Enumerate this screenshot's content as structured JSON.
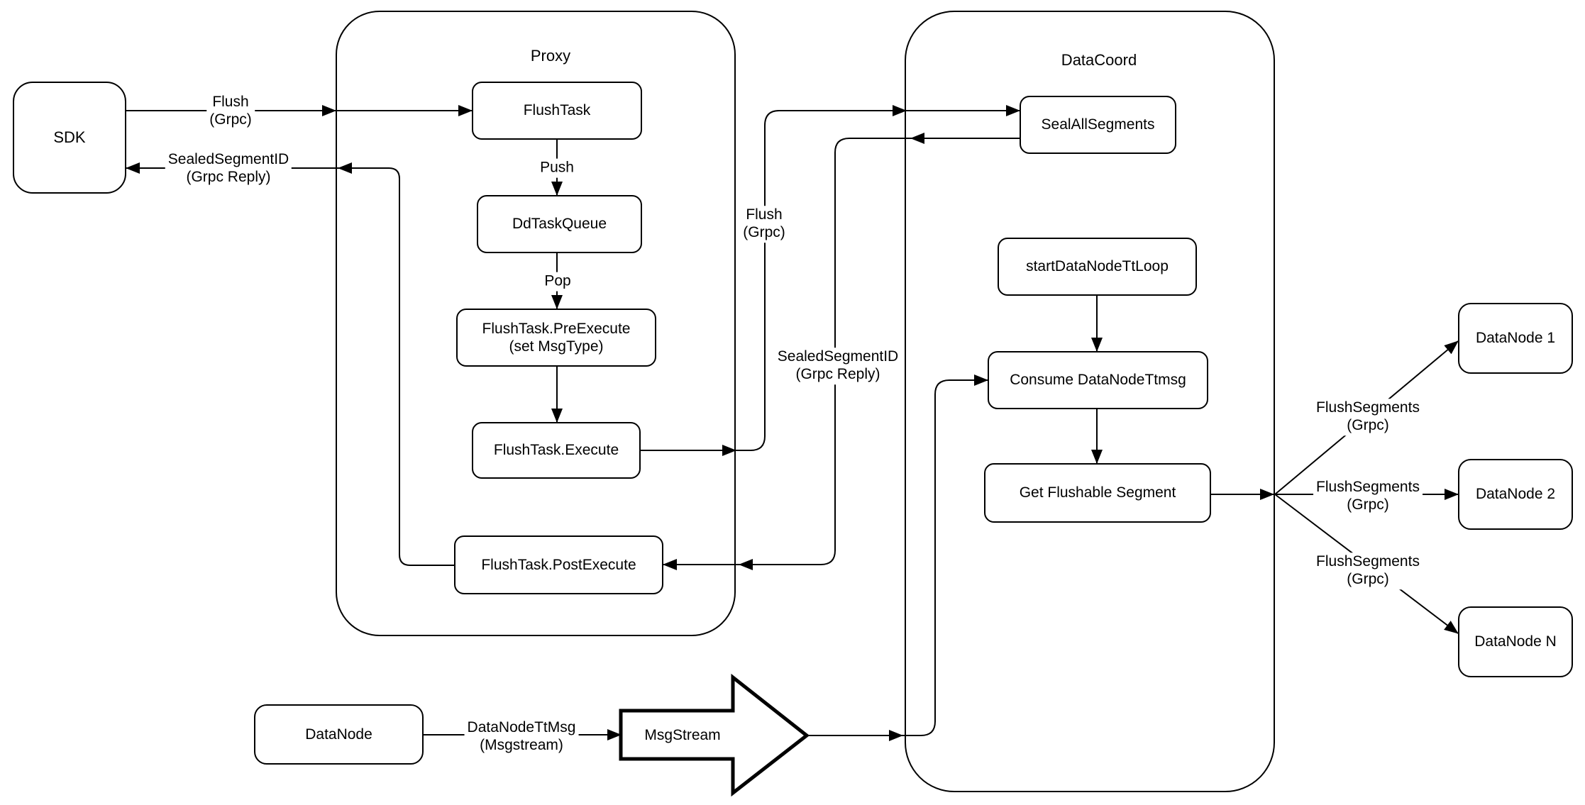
{
  "colors": {
    "background": "#ffffff",
    "stroke": "#000000",
    "text": "#000000"
  },
  "containers": {
    "proxy": {
      "title": "Proxy"
    },
    "datacoord": {
      "title": "DataCoord"
    }
  },
  "nodes": {
    "sdk": {
      "label": "SDK"
    },
    "flush_task": {
      "label": "FlushTask"
    },
    "dd_task_queue": {
      "label": "DdTaskQueue"
    },
    "flush_task_pre_execute": {
      "label": "FlushTask.PreExecute\n(set MsgType)"
    },
    "flush_task_execute": {
      "label": "FlushTask.Execute"
    },
    "flush_task_post_execute": {
      "label": "FlushTask.PostExecute"
    },
    "seal_all_segments": {
      "label": "SealAllSegments"
    },
    "start_datanode_tt_loop": {
      "label": "startDataNodeTtLoop"
    },
    "consume_datanode_ttmsg": {
      "label": "Consume DataNodeTtmsg"
    },
    "get_flushable_segment": {
      "label": "Get Flushable Segment"
    },
    "datanode_1": {
      "label": "DataNode 1"
    },
    "datanode_2": {
      "label": "DataNode 2"
    },
    "datanode_n": {
      "label": "DataNode N"
    },
    "datanode_bottom": {
      "label": "DataNode"
    },
    "msgstream": {
      "label": "MsgStream"
    }
  },
  "edge_labels": {
    "flush_grpc_sdk": "Flush\n(Grpc)",
    "sealed_segment_id_sdk": "SealedSegmentID\n(Grpc Reply)",
    "push": "Push",
    "pop": "Pop",
    "flush_grpc_datacoord": "Flush\n(Grpc)",
    "sealed_segment_id_datacoord": "SealedSegmentID\n(Grpc Reply)",
    "flush_segments_1": "FlushSegments\n(Grpc)",
    "flush_segments_2": "FlushSegments\n(Grpc)",
    "flush_segments_3": "FlushSegments\n(Grpc)",
    "datanode_tt_msg": "DataNodeTtMsg\n(Msgstream)"
  }
}
